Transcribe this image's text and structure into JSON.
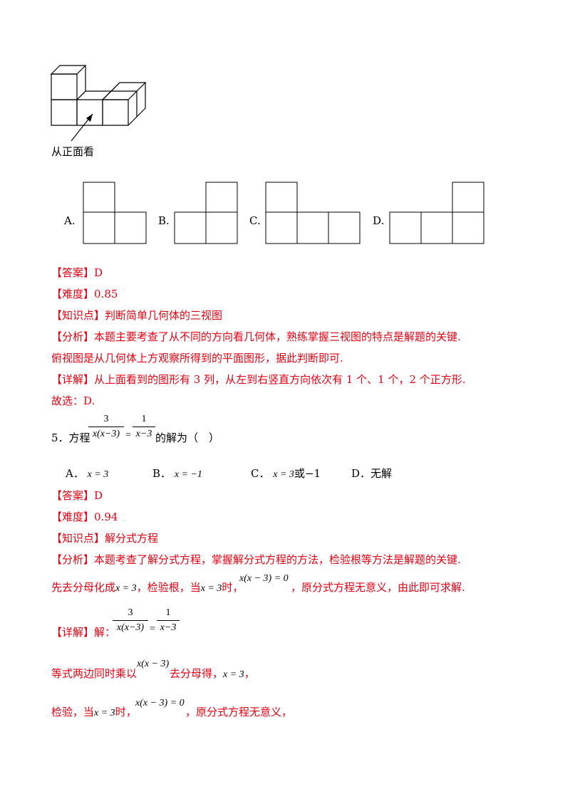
{
  "q4": {
    "figure_caption": "从正面看",
    "options": [
      {
        "label": "A."
      },
      {
        "label": "B."
      },
      {
        "label": "C."
      },
      {
        "label": "D."
      }
    ],
    "answer_tag": "【答案】",
    "answer": "D",
    "difficulty_tag": "【难度】",
    "difficulty": "0.85",
    "knowledge_tag": "【知识点】",
    "knowledge": "判断简单几何体的三视图",
    "analysis_tag": "【分析】",
    "analysis_1": "本题主要考查了从不同的方向看几何体，熟练掌握三视图的特点是解题的关键.",
    "analysis_2": "俯视图是从几何体上方观察所得到的平面图形，据此判断即可.",
    "detail_tag": "【详解】",
    "detail_1": "从上面看到的图形有 3 列，从左到右竖直方向依次有 1 个、1 个，2 个正方形.",
    "detail_2": "故选：D."
  },
  "q5": {
    "number": "5．方程",
    "frac_left_num": "3",
    "frac_left_den": "x(x−3)",
    "equals": "=",
    "frac_right_num": "1",
    "frac_right_den": "x−3",
    "suffix": "的解为（　）",
    "options": [
      {
        "label": "A．",
        "math": "x = 3",
        "extra": ""
      },
      {
        "label": "B．",
        "math": "x = −1",
        "extra": ""
      },
      {
        "label": "C．",
        "math": "x = 3",
        "extra": "或−1"
      },
      {
        "label": "D．",
        "math": "",
        "extra": "无解"
      }
    ],
    "answer_tag": "【答案】",
    "answer": "D",
    "difficulty_tag": "【难度】",
    "difficulty": "0.94",
    "knowledge_tag": "【知识点】",
    "knowledge": "解分式方程",
    "analysis_tag": "【分析】",
    "analysis_1": "本题考查了解分式方程，掌握解分式方程的方法，检验根等方法是解题的关键.",
    "analysis_2_a": "先去分母化成",
    "analysis_2_m1": "x = 3",
    "analysis_2_b": "，检验根，当",
    "analysis_2_m2": "x = 3",
    "analysis_2_c": "时，",
    "analysis_2_m3": "x(x − 3) = 0",
    "analysis_2_d": "，原分式方程无意义，由此即可求解.",
    "detail_tag": "【详解】",
    "detail_prefix": "解：",
    "step1_a": "等式两边同时乘以",
    "step1_m1": "x(x − 3)",
    "step1_b": "去分母得，",
    "step1_m2": "x = 3",
    "step1_c": "，",
    "step2_a": "检验，当",
    "step2_m1": "x = 3",
    "step2_b": "时，",
    "step2_m2": "x(x − 3) = 0",
    "step2_c": "，原分式方程无意义，"
  }
}
